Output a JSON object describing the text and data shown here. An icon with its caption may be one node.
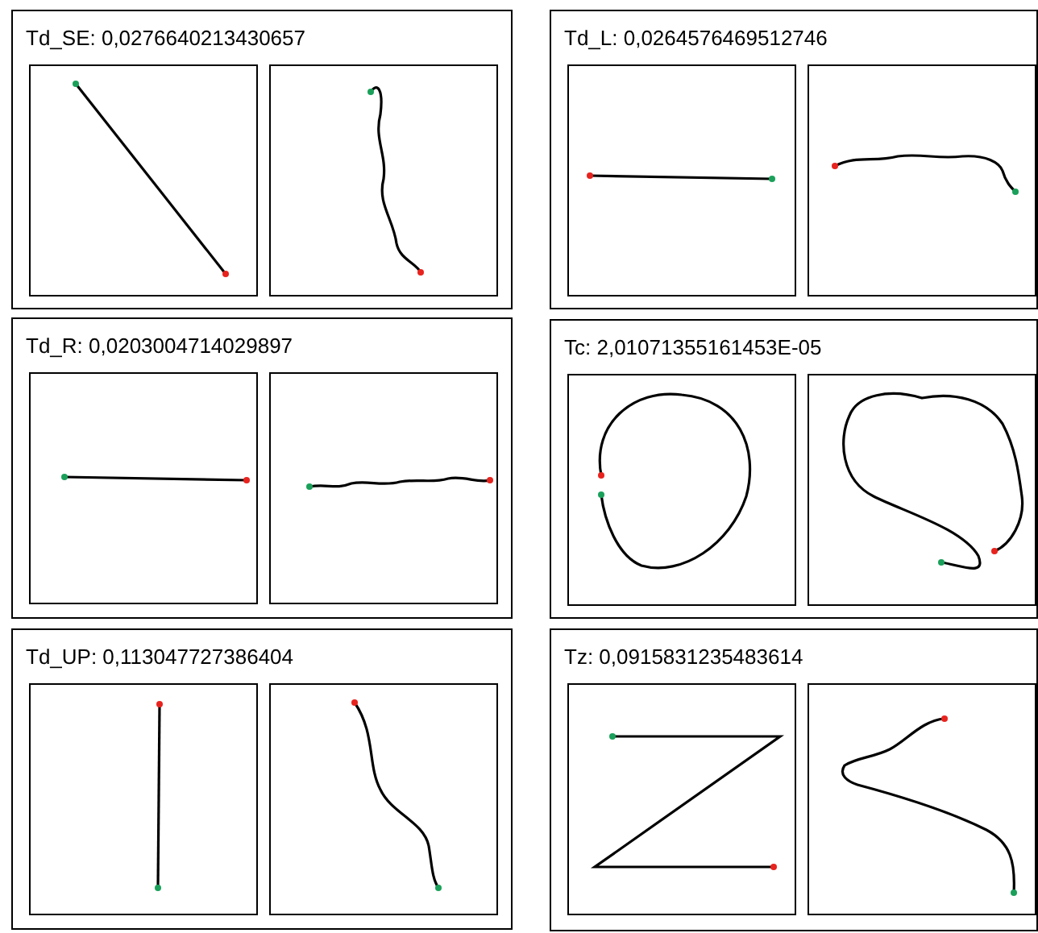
{
  "diagram": {
    "nodes": [
      {
        "text": [
          "Td_SE: 0,0276640213430657"
        ]
      },
      {
        "text": [],
        "shape": "box",
        "in": 0
      },
      {
        "text": [],
        "shape": "box",
        "in": 0
      },
      {
        "text": [
          "Td_L: 0,0264576469512746"
        ]
      },
      {
        "text": [],
        "shape": "box",
        "in": 3
      },
      {
        "text": [],
        "shape": "box",
        "in": 3
      },
      {
        "text": [
          "Td_R: 0,0203004714029897"
        ]
      },
      {
        "text": [],
        "shape": "box",
        "in": 6
      },
      {
        "text": [],
        "shape": "box",
        "in": 6
      },
      {
        "text": [
          "Tc: 2,01071355161453E-05"
        ]
      },
      {
        "text": [],
        "shape": "box",
        "in": 9
      },
      {
        "text": [],
        "shape": "box",
        "in": 9
      },
      {
        "text": [
          "Td_UP: 0,113047727386404"
        ]
      },
      {
        "text": [],
        "shape": "box",
        "in": 12
      },
      {
        "text": [],
        "shape": "box",
        "in": 12
      },
      {
        "text": [
          "Tz: 0,0915831235483614"
        ]
      },
      {
        "text": [],
        "shape": "box",
        "in": 15
      },
      {
        "text": [],
        "shape": "box",
        "in": 15
      }
    ],
    "edges": []
  }
}
